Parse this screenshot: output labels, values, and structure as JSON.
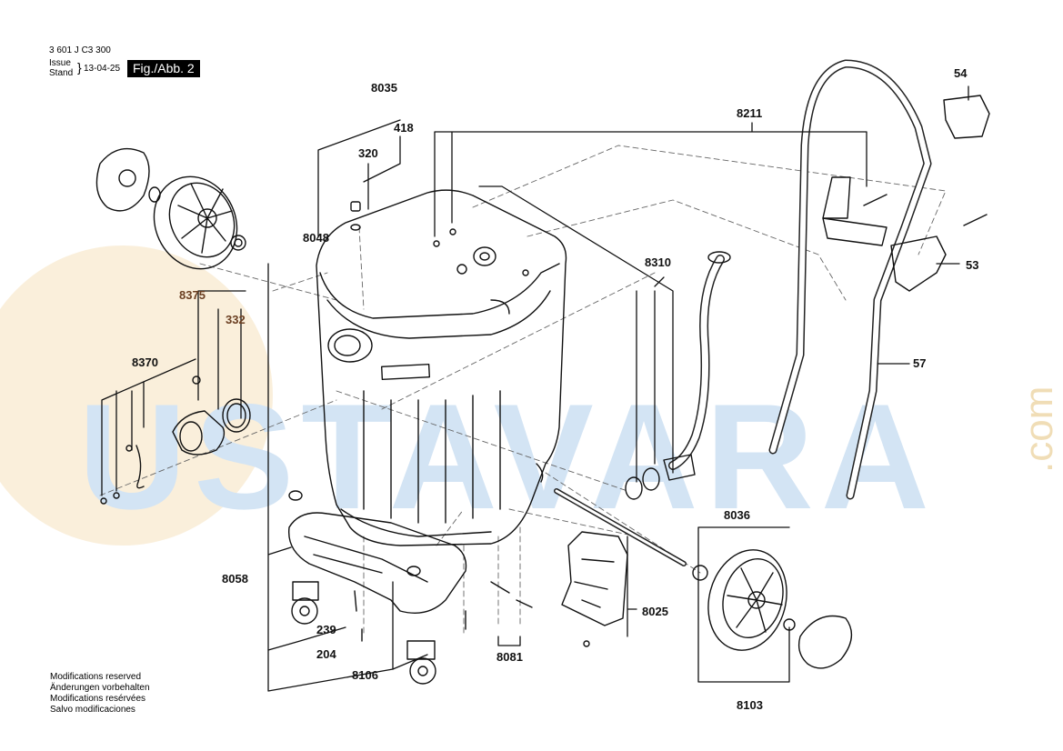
{
  "header": {
    "part_number": "3 601 J C3 300",
    "issue_label": "Issue",
    "stand_label": "Stand",
    "date": "13-04-25",
    "figure": "Fig./Abb. 2"
  },
  "watermark": {
    "brand": "USTAVARA",
    "suffix": ".com",
    "color_text": "#d3e4f4",
    "color_circle": "#f6e2bd"
  },
  "parts": {
    "p8035": "8035",
    "p320": "320",
    "p418": "418",
    "p8048": "8048",
    "p8375": "8375",
    "p332": "332",
    "p8370": "8370",
    "p8211": "8211",
    "p54": "54",
    "p53": "53",
    "p57": "57",
    "p8310": "8310",
    "p8036": "8036",
    "p8025": "8025",
    "p8058": "8058",
    "p239": "239",
    "p204": "204",
    "p8106": "8106",
    "p8081": "8081",
    "p8103": "8103"
  },
  "footer": {
    "line1": "Modifications reserved",
    "line2": "Änderungen vorbehalten",
    "line3": "Modifications resérvées",
    "line4": "Salvo modificaciones"
  }
}
